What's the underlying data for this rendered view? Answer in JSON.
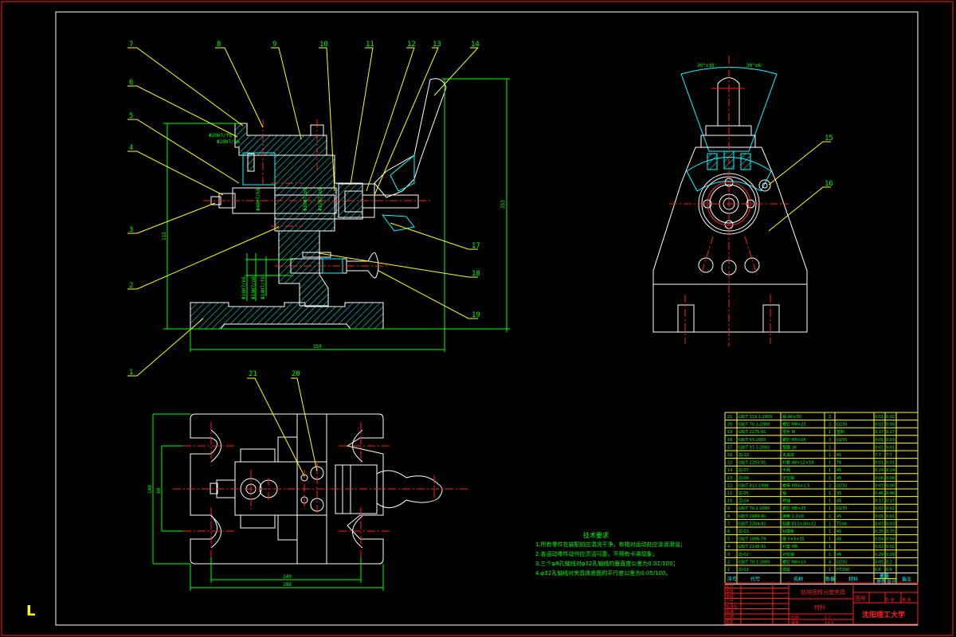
{
  "drawing": {
    "title": "Assembly drawing - fixture",
    "ucs_icon": "L"
  },
  "front_view": {
    "balloons": [
      "7",
      "8",
      "9",
      "10",
      "11",
      "12",
      "13",
      "14",
      "6",
      "5",
      "4",
      "3",
      "2",
      "1",
      "17",
      "18",
      "19"
    ],
    "dimensions": {
      "overall_width": "358",
      "overall_height": "353",
      "left_height": "115",
      "fits": [
        "Φ20H7/f6",
        "Φ20H7/n6",
        "Φ40H7/k6",
        "Φ30H7/p6",
        "Φ32H7/k6",
        "Φ16H7/k6",
        "Φ10H7/n6",
        "Φ14H7/f6"
      ]
    }
  },
  "side_view": {
    "balloons": [
      "15",
      "16"
    ],
    "angle_left": "30°±10'",
    "angle_right": "30°±6'"
  },
  "top_view": {
    "balloons": [
      "21",
      "20"
    ],
    "dimensions": {
      "width_inner": "140",
      "width_outer": "198",
      "height_outer": "140",
      "height_inner": "80"
    }
  },
  "technical_requirements": {
    "title": "技术要求",
    "items": [
      "1.所有零件在装配前应清洗干净，有相对运动处应涂润滑油；",
      "2.各运动零件动作应灵活可靠，不得有卡滞现象；",
      "3.三个φ8孔轴线对φ32孔轴线的垂直度公差为0.02/100；",
      "4.φ32孔轴线对夹具体底面的平行度公差为0.05/100。"
    ]
  },
  "bom": {
    "headers": [
      "序号",
      "代号",
      "名称",
      "数量",
      "材料",
      "单件",
      "总计",
      "备注"
    ],
    "weight_header": "重量",
    "rows": [
      [
        "21",
        "GB/T 119.1-2000",
        "销 A6×30",
        "2",
        "",
        "0.01",
        "0.02"
      ],
      [
        "20",
        "GB/T 70.1-2000",
        "螺钉 M8×25",
        "2",
        "Q235",
        "0.02",
        "0.04"
      ],
      [
        "19",
        "GB/T 2275-91",
        "把手 M",
        "1",
        "塑料",
        "0.17",
        "0.17"
      ],
      [
        "18",
        "GB/T 65-2000",
        "螺钉 M5×16",
        "3",
        "Q235",
        "0.01",
        "0.03"
      ],
      [
        "17",
        "GB/T 97.1-2002",
        "垫圈 16",
        "1",
        "",
        "0.01",
        "0.01"
      ],
      [
        "16",
        "ZJ-10",
        "夹具体",
        "1",
        "45",
        "7.7",
        "7.7"
      ],
      [
        "15",
        "GB/T 2203-91",
        "衬套 A8×12×18",
        "1",
        "T8",
        "0.01",
        "0.01"
      ],
      [
        "14",
        "ZJ-07",
        "手柄",
        "1",
        "45",
        "0.24",
        "0.24"
      ],
      [
        "13",
        "ZJ-06",
        "定位销",
        "1",
        "45",
        "0.06",
        "0.06"
      ],
      [
        "12",
        "GB/T 812-1998",
        "螺母 M16×1.5",
        "2",
        "Q235",
        "0.03",
        "0.06"
      ],
      [
        "11",
        "ZJ-05",
        "轴",
        "1",
        "35",
        "0.46",
        "0.46"
      ],
      [
        "10",
        "ZJ-04",
        "转轴",
        "1",
        "45",
        "0.17",
        "0.17"
      ],
      [
        "9",
        "GB/T 70.1-2000",
        "螺钉 M8×25",
        "1",
        "Q235",
        "0.02",
        "0.02"
      ],
      [
        "8",
        "GB/T 2089-91",
        "弹簧 1.2×8",
        "1",
        "45",
        "0.01",
        "0.01"
      ],
      [
        "7",
        "GB/T 2204-91",
        "钻套 B12×18×12",
        "1",
        "T10A",
        "0.03",
        "0.03"
      ],
      [
        "6",
        "ZJ-03",
        "钻模板",
        "1",
        "45",
        "0.35",
        "0.35"
      ],
      [
        "5",
        "GB/T 1096-79",
        "键 5×5×35",
        "1",
        "45",
        "0.04",
        "0.04"
      ],
      [
        "4",
        "GB/T 2148-91",
        "衬套 M8",
        "1",
        "",
        "0.02",
        "0.02"
      ],
      [
        "3",
        "ZJ-02",
        "对定销",
        "1",
        "45",
        "0.29",
        "0.29"
      ],
      [
        "2",
        "GB/T 70.1-2000",
        "螺钉 M8×10",
        "4",
        "Q235",
        "0.05",
        "0.2"
      ],
      [
        "1",
        "ZJ-01",
        "底座",
        "1",
        "HT200",
        "6.6",
        "6.6"
      ]
    ]
  },
  "title_block": {
    "drawing_name": "钻床回转分度夹具",
    "material_label": "材料",
    "ratio_label": "比例",
    "ratio_value": "1:2",
    "qty_label": "数量",
    "sheet_label": "图号",
    "sheet_count": "共 张",
    "sheet_index": "第 张",
    "school": "沈阳理工大学",
    "rows": [
      "设计",
      "校核",
      "审核",
      "工艺",
      "标准化",
      "批准",
      "日期",
      "签名"
    ],
    "weight_label": "重量",
    "weight_value": "14.0"
  }
}
